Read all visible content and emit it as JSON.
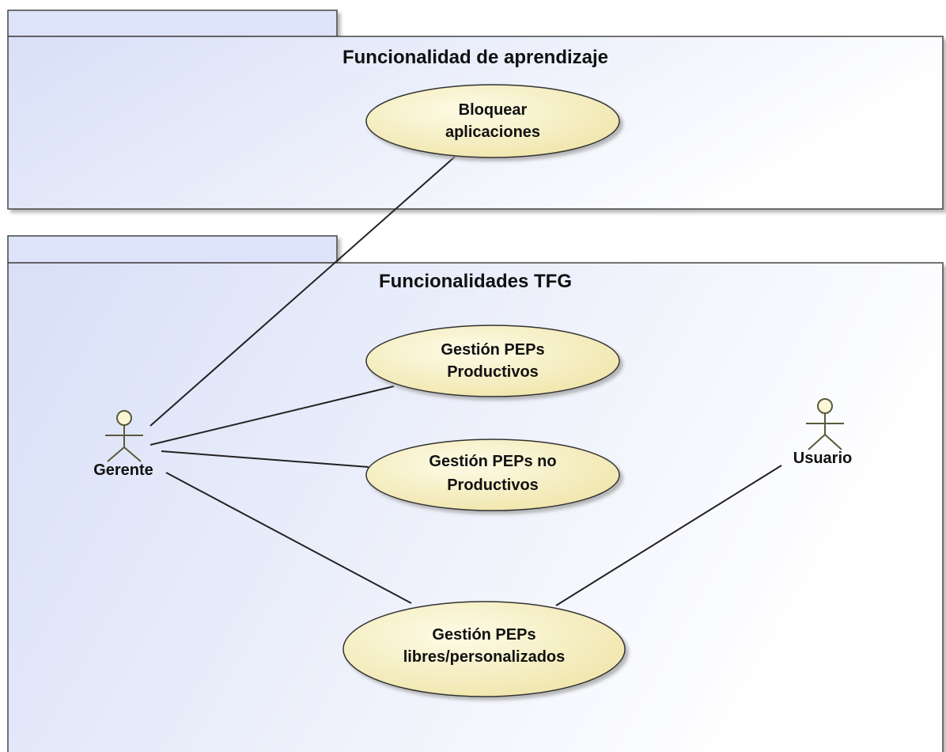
{
  "packages": [
    {
      "id": "pkg-aprendizaje",
      "title": "Funcionalidad de aprendizaje"
    },
    {
      "id": "pkg-tfg",
      "title": "Funcionalidades TFG"
    }
  ],
  "use_cases": [
    {
      "id": "uc-bloquear",
      "lines": [
        "Bloquear",
        "aplicaciones"
      ]
    },
    {
      "id": "uc-productivos",
      "lines": [
        "Gestión PEPs",
        "Productivos"
      ]
    },
    {
      "id": "uc-no-productivos",
      "lines": [
        "Gestión PEPs no",
        "Productivos"
      ]
    },
    {
      "id": "uc-libres",
      "lines": [
        "Gestión PEPs",
        "libres/personalizados"
      ]
    }
  ],
  "actors": [
    {
      "id": "gerente",
      "label": "Gerente"
    },
    {
      "id": "usuario",
      "label": "Usuario"
    }
  ],
  "associations": [
    {
      "from": "gerente",
      "to": "uc-bloquear"
    },
    {
      "from": "gerente",
      "to": "uc-productivos"
    },
    {
      "from": "gerente",
      "to": "uc-no-productivos"
    },
    {
      "from": "gerente",
      "to": "uc-libres"
    },
    {
      "from": "usuario",
      "to": "uc-libres"
    }
  ],
  "colors": {
    "package_fill_start": "#d8dff7",
    "package_fill_end": "#ffffff",
    "package_tab_fill": "#dde3f8",
    "use_case_fill_start": "#fbf7d6",
    "use_case_fill_end": "#efe4a8",
    "actor_fill": "#fbf7d6",
    "line": "#222222",
    "shadow": "#b8b8b8"
  }
}
